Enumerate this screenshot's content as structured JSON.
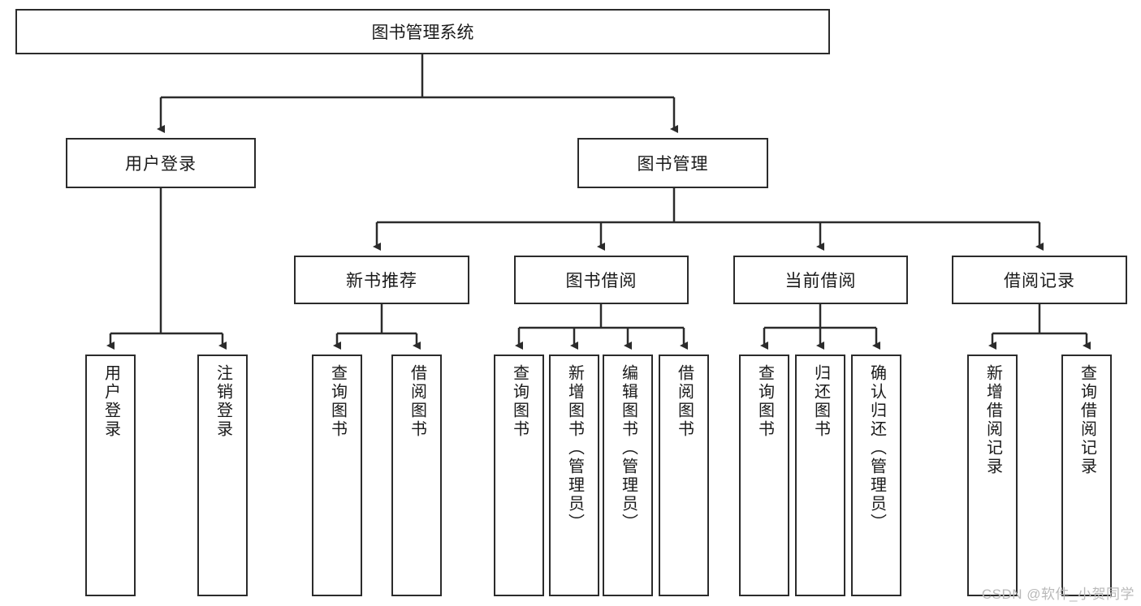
{
  "diagram": {
    "title": "图书管理系统",
    "type": "tree",
    "orientation": "top-down",
    "root": {
      "label": "图书管理系统"
    },
    "level2": [
      {
        "label": "用户登录"
      },
      {
        "label": "图书管理"
      }
    ],
    "level3": [
      {
        "label": "新书推荐"
      },
      {
        "label": "图书借阅"
      },
      {
        "label": "当前借阅"
      },
      {
        "label": "借阅记录"
      }
    ],
    "leaves": {
      "user_login": [
        {
          "label": "用户登录"
        },
        {
          "label": "注销登录"
        }
      ],
      "new_book_recommend": [
        {
          "label": "查询图书"
        },
        {
          "label": "借阅图书"
        }
      ],
      "book_borrow": [
        {
          "label": "查询图书"
        },
        {
          "label": "新增图书（管理员）"
        },
        {
          "label": "编辑图书（管理员）"
        },
        {
          "label": "借阅图书"
        }
      ],
      "current_borrow": [
        {
          "label": "查询图书"
        },
        {
          "label": "归还图书"
        },
        {
          "label": "确认归还（管理员）"
        }
      ],
      "borrow_record": [
        {
          "label": "新增借阅记录"
        },
        {
          "label": "查询借阅记录"
        }
      ]
    }
  },
  "watermark": {
    "text": "CSDN @软件_小贺同学"
  },
  "colors": {
    "stroke": "#2b2b2b",
    "fill": "#ffffff",
    "text": "#1a1a1a",
    "watermark": "#b9b9b9"
  }
}
